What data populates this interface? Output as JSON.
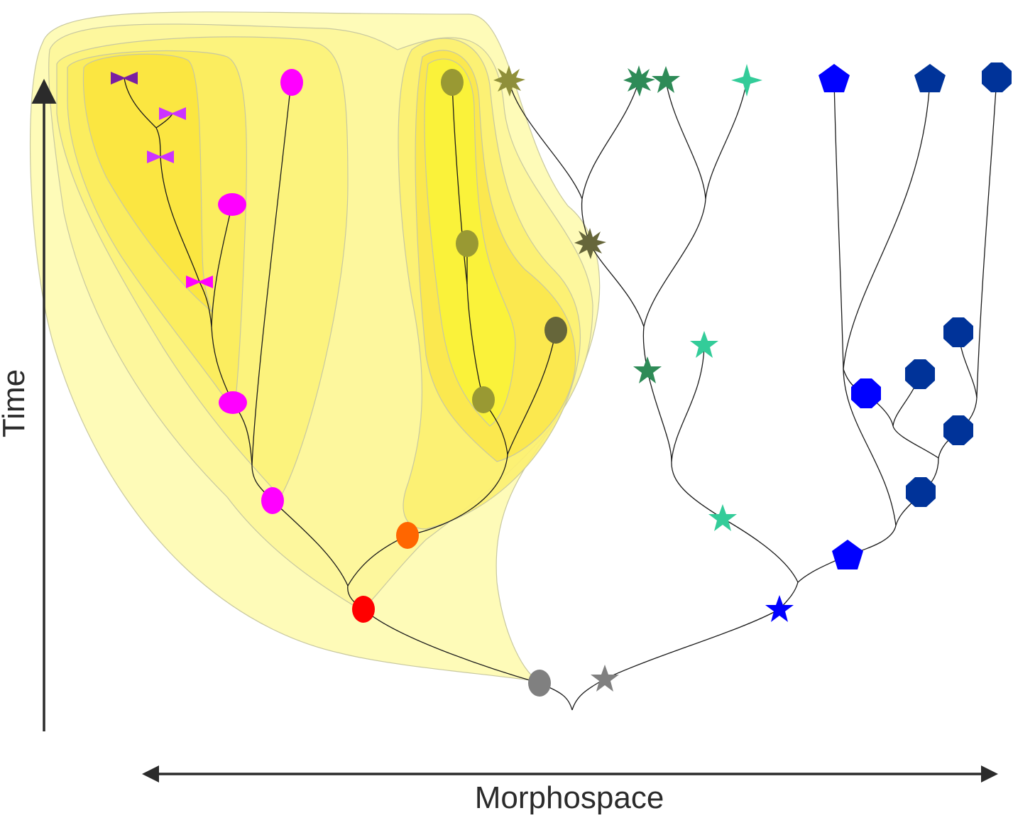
{
  "axes": {
    "y_label": "Time",
    "x_label": "Morphospace"
  },
  "colors": {
    "gray": "#808080",
    "red": "#ff0000",
    "orange": "#ff6600",
    "magenta": "#ff00ff",
    "purple": "#cc33ff",
    "dark_purple": "#7a1fa2",
    "olive": "#999933",
    "dark_olive": "#66663a",
    "khaki": "#8f8f3a",
    "green": "#2e8b57",
    "aqua_green": "#33cc99",
    "blue": "#0000ff",
    "navy": "#003399",
    "clade_outer": "#fefbb8",
    "clade_inner": "#ffff4d"
  },
  "node_shapes": [
    "ellipse",
    "bowtie",
    "star-burst",
    "star",
    "pentagon",
    "octagon"
  ]
}
